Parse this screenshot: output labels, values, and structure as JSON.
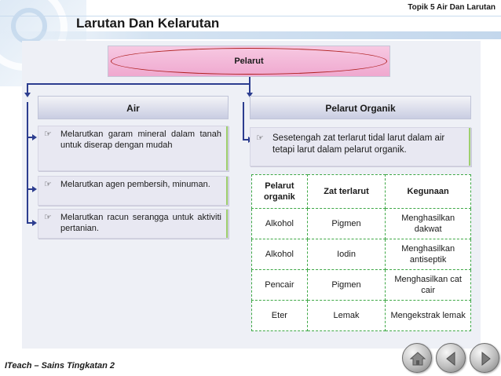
{
  "header": {
    "topic": "Topik 5 Air Dan Larutan",
    "title": "Larutan Dan Kelarutan"
  },
  "diagram": {
    "root": "Pelarut",
    "left_branch": {
      "title": "Air",
      "items": [
        "Melarutkan garam mineral dalam tanah untuk diserap dengan mudah",
        "Melarutkan agen pembersih, minuman.",
        "Melarutkan racun serangga untuk aktiviti pertanian."
      ]
    },
    "right_branch": {
      "title": "Pelarut Organik",
      "description": "Sesetengah zat terlarut tidal larut dalam air tetapi larut dalam pelarut organik.",
      "table": {
        "headers": [
          "Pelarut organik",
          "Zat terlarut",
          "Kegunaan"
        ],
        "rows": [
          [
            "Alkohol",
            "Pigmen",
            "Menghasilkan dakwat"
          ],
          [
            "Alkohol",
            "Iodin",
            "Menghasilkan antiseptik"
          ],
          [
            "Pencair",
            "Pigmen",
            "Menghasilkan cat cair"
          ],
          [
            "Eter",
            "Lemak",
            "Mengekstrak lemak"
          ]
        ]
      }
    }
  },
  "footer": {
    "brand": "ITeach – Sains Tingkatan 2",
    "nav": [
      "home-icon",
      "previous-icon",
      "next-icon"
    ]
  },
  "colors": {
    "banner": "#efa8cf",
    "connector": "#2c3d8f",
    "table_border": "#3ea846",
    "panel": "#eef0f6"
  }
}
